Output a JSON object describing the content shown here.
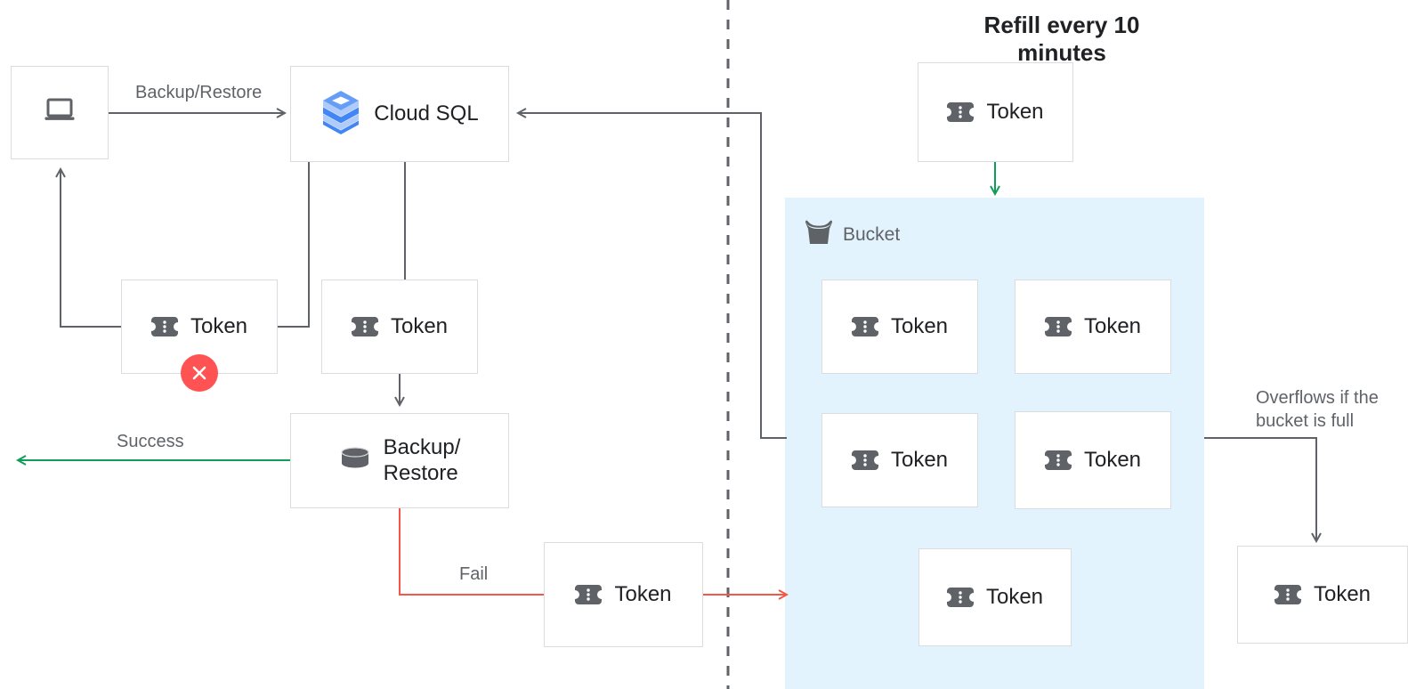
{
  "diagram": {
    "title_refill": "Refill every 10 minutes",
    "bucket_label": "Bucket",
    "overflow_note": "Overflows if the\nbucket is full",
    "divider_icon": "dashed-vertical-divider"
  },
  "nodes": {
    "client": {
      "label": "",
      "icon": "laptop-icon"
    },
    "cloud_sql": {
      "label": "Cloud SQL",
      "icon": "cloud-sql-icon"
    },
    "token_failed": {
      "label": "Token",
      "icon": "token-ticket-icon",
      "status_icon": "error-x-icon"
    },
    "token_consumed": {
      "label": "Token",
      "icon": "token-ticket-icon"
    },
    "backup_restore": {
      "label": "Backup/\nRestore",
      "icon": "database-cylinder-icon"
    },
    "token_fail_return": {
      "label": "Token",
      "icon": "token-ticket-icon"
    },
    "token_refill": {
      "label": "Token",
      "icon": "token-ticket-icon"
    },
    "token_overflow": {
      "label": "Token",
      "icon": "token-ticket-icon"
    }
  },
  "bucket_tokens": [
    {
      "label": "Token",
      "icon": "token-ticket-icon"
    },
    {
      "label": "Token",
      "icon": "token-ticket-icon"
    },
    {
      "label": "Token",
      "icon": "token-ticket-icon"
    },
    {
      "label": "Token",
      "icon": "token-ticket-icon"
    },
    {
      "label": "Token",
      "icon": "token-ticket-icon"
    }
  ],
  "edge_labels": {
    "backup_restore": "Backup/Restore",
    "success": "Success",
    "fail": "Fail"
  },
  "colors": {
    "gray_line": "#5f6368",
    "box_border": "#dadce0",
    "success_green": "#0f9d58",
    "fail_red": "#f4574a",
    "error_red": "#ff5252",
    "bucket_fill": "#e3f3fd",
    "text_primary": "#202124",
    "text_secondary": "#5f6368",
    "cloud_sql_blue": "#4285f4",
    "cloud_sql_blue_light": "#aecbfa"
  }
}
